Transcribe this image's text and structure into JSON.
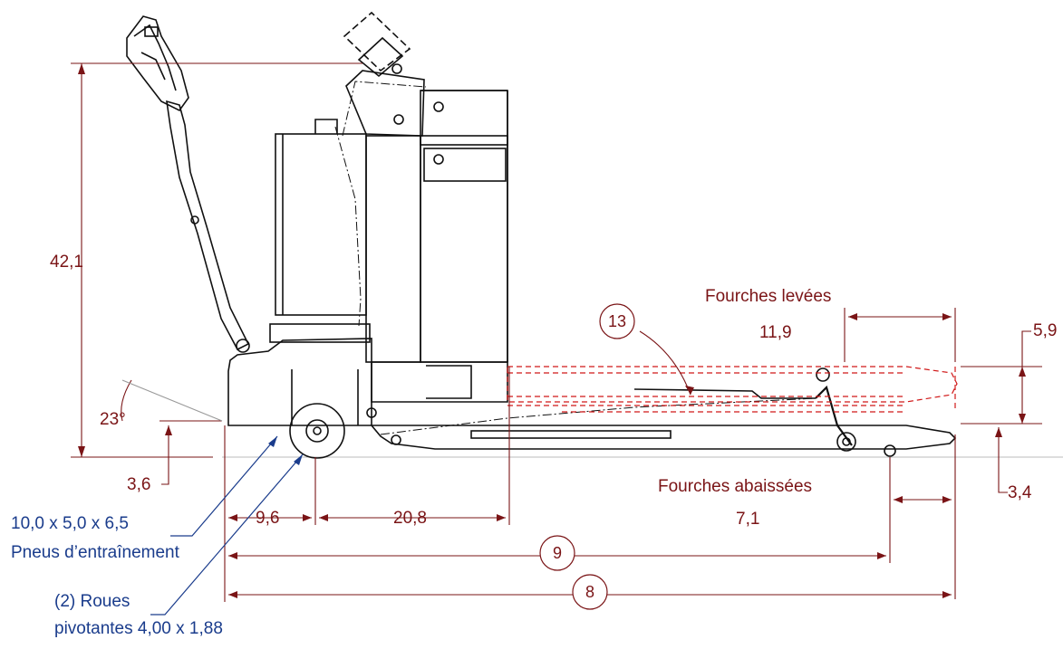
{
  "colors": {
    "dimension": "#7a1416",
    "leader": "#1a3c8c",
    "outline": "#111111",
    "phantom": "#d01818"
  },
  "dimensions": {
    "overall_height": "42,1",
    "handle_angle": "23°",
    "ground_clearance": "3,6",
    "drive_to_caster": "9,6",
    "caster_to_battery": "20,8",
    "forks_raised_title": "Fourches levées",
    "forks_raised_length": "11,9",
    "lift_height": "5,9",
    "forks_lowered_title": "Fourches abaissées",
    "forks_lowered_length": "7,1",
    "fork_lowered_height": "3,4",
    "callout_13": "13",
    "callout_9": "9",
    "callout_8": "8"
  },
  "tires": {
    "drive_size": "10,0 x 5,0 x 6,5",
    "drive_label": "Pneus d’entraînement",
    "caster_line1": "(2) Roues",
    "caster_line2": "pivotantes 4,00 x 1,88"
  }
}
